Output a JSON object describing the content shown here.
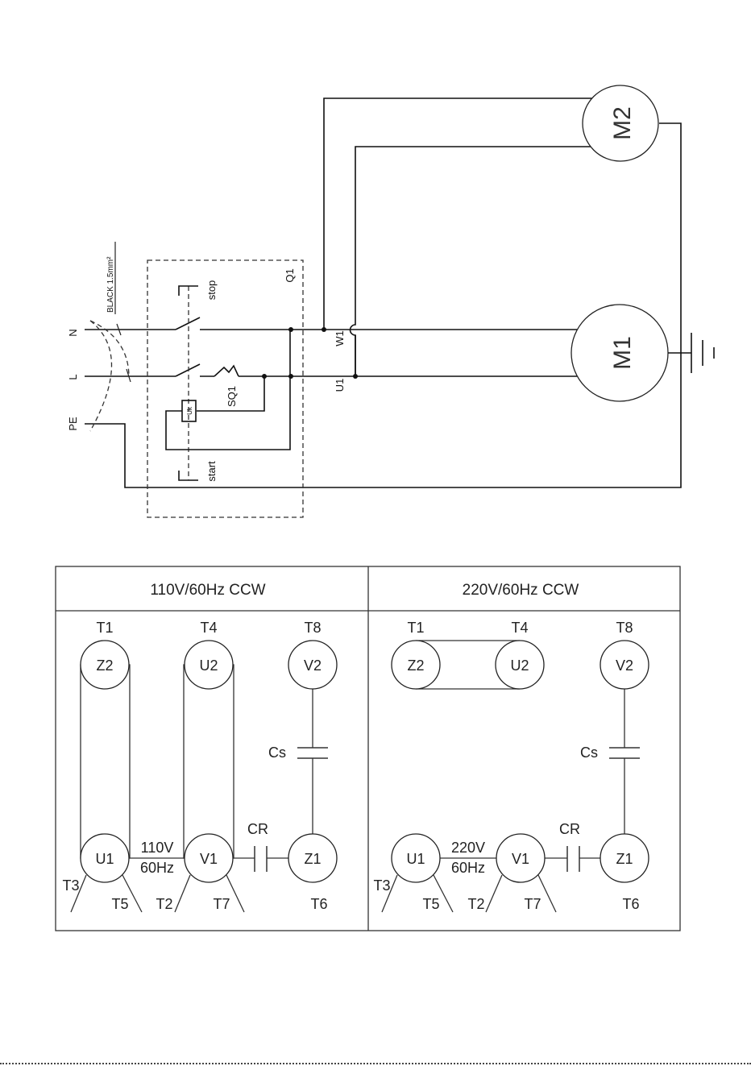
{
  "schematic": {
    "lines": {
      "n": "N",
      "l": "L",
      "pe": "PE"
    },
    "cable_label": "BLACK 1.5mm²",
    "switch_labels": {
      "stop": "stop",
      "start": "start",
      "q1": "Q1",
      "sq1": "SQ1",
      "uk": "Uk"
    },
    "terminals": {
      "w1": "W1",
      "u1": "U1"
    },
    "motors": {
      "m1": "M1",
      "m2": "M2"
    }
  },
  "wiring_table": {
    "columns": [
      {
        "header": "110V/60Hz CCW",
        "terminals_top": [
          "T1",
          "T4",
          "T8"
        ],
        "nodes_top": [
          "Z2",
          "U2",
          "V2"
        ],
        "nodes_bottom": [
          "U1",
          "V1",
          "Z1"
        ],
        "supply_label_1": "110V",
        "supply_label_2": "60Hz",
        "cap_start": "Cs",
        "cap_run": "CR",
        "leads": [
          "T3",
          "T5",
          "T2",
          "T7",
          "T6"
        ]
      },
      {
        "header": "220V/60Hz CCW",
        "terminals_top": [
          "T1",
          "T4",
          "T8"
        ],
        "nodes_top": [
          "Z2",
          "U2",
          "V2"
        ],
        "nodes_bottom": [
          "U1",
          "V1",
          "Z1"
        ],
        "supply_label_1": "220V",
        "supply_label_2": "60Hz",
        "cap_start": "Cs",
        "cap_run": "CR",
        "leads": [
          "T3",
          "T5",
          "T2",
          "T7",
          "T6"
        ]
      }
    ]
  }
}
